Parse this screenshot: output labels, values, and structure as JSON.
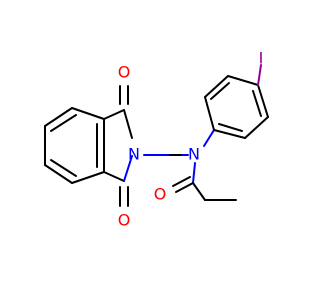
{
  "molecule": {
    "atom_labels": {
      "o_top": "O",
      "o_bottom": "O",
      "o_amide": "O",
      "n_imide": "N",
      "n_amide": "N",
      "iodine": "I"
    },
    "colors": {
      "carbon": "#000000",
      "nitrogen": "#0000ff",
      "oxygen": "#ff0000",
      "iodine": "#940094",
      "background": "#ffffff"
    }
  }
}
